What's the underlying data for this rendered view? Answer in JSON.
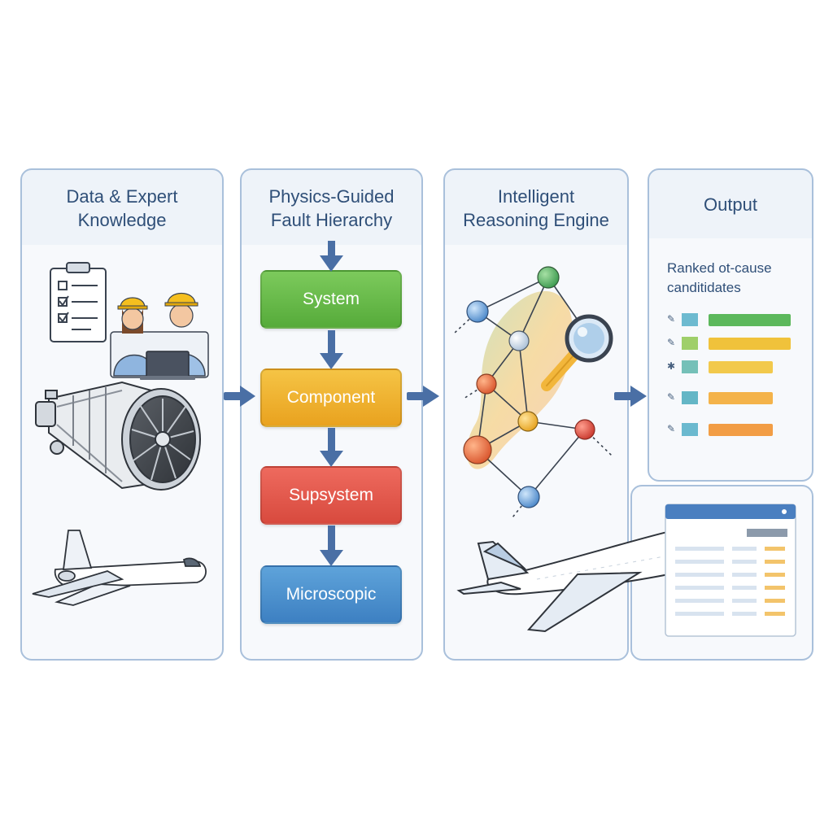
{
  "panels": {
    "data": {
      "title_line1": "Data & Expert",
      "title_line2": "Knowledge"
    },
    "hierarchy": {
      "title_line1": "Physics-Guided",
      "title_line2": "Fault Hierarchy",
      "levels": [
        "System",
        "Component",
        "Supsystem",
        "Microscopic"
      ]
    },
    "engine": {
      "title_line1": "Intelligent",
      "title_line2": "Reasoning Engine"
    },
    "output": {
      "title": "Output",
      "caption_line1": "Ranked ot-cause",
      "caption_line2": "canditidates",
      "ranked_bars": [
        {
          "fraction": 1.0,
          "color": "#5cb85c"
        },
        {
          "fraction": 1.0,
          "color": "#f0c23b"
        },
        {
          "fraction": 0.78,
          "color": "#f2c94c"
        },
        {
          "fraction": 0.78,
          "color": "#f4b34a"
        },
        {
          "fraction": 0.78,
          "color": "#f29d45"
        }
      ]
    }
  },
  "colors": {
    "panel_border": "#a9c0db",
    "title_text": "#2f4f78",
    "arrow": "#4a6fa5",
    "system": "#66b94a",
    "component": "#f0b534",
    "subsystem": "#e05a4e",
    "microscopic": "#4b90cf"
  },
  "icons": {
    "checklist": "clipboard-checklist-icon",
    "engineers": "engineers-with-laptop-icon",
    "engine": "jet-engine-icon",
    "airplane": "airplane-icon",
    "graph": "knowledge-graph-icon",
    "magnifier": "magnifying-glass-icon",
    "dashboard": "dashboard-report-icon"
  }
}
